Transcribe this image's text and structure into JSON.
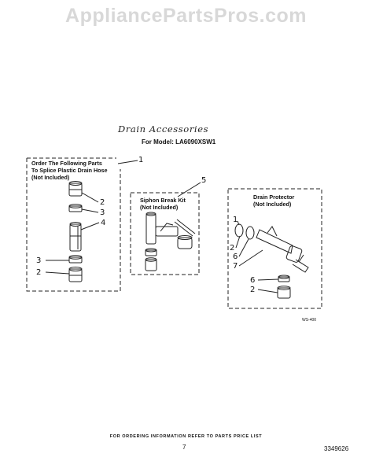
{
  "watermark": "AppliancePartsPros.com",
  "title": "Drain Accessories",
  "model_line": "For Model: LA6090XSW1",
  "panels": {
    "splice": {
      "heading": [
        "Order The Following Parts",
        "To Splice Plastic Drain Hose",
        "(Not Included)"
      ]
    },
    "siphon": {
      "heading": [
        "Siphon Break Kit",
        "(Not Included)"
      ]
    },
    "protector": {
      "heading": [
        "Drain Protector",
        "(Not Included)"
      ]
    }
  },
  "callouts": {
    "c1": "1",
    "splice_2a": "2",
    "splice_3a": "3",
    "splice_4": "4",
    "splice_3b": "3",
    "splice_2b": "2",
    "c5": "5",
    "prot_1": "1",
    "prot_2": "2",
    "prot_6a": "6",
    "prot_7": "7",
    "prot_6b": "6",
    "prot_2b": "2"
  },
  "ws_code": "WS-400",
  "footer_note": "FOR ORDERING INFORMATION REFER TO PARTS PRICE LIST",
  "page_number": "7",
  "doc_number": "3349626"
}
